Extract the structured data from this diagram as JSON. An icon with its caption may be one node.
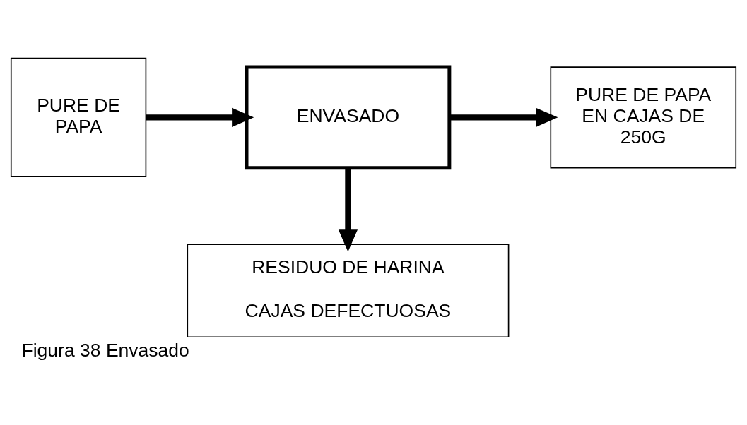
{
  "diagram": {
    "caption": "Figura 38 Envasado",
    "nodes": [
      {
        "text": [
          "PURE DE PAPA"
        ]
      },
      {
        "text": [
          "ENVASADO"
        ]
      },
      {
        "text": [
          "PURE DE PAPA EN CAJAS DE 250G"
        ]
      },
      {
        "text": [
          "RESIDUO DE HARINA",
          "CAJAS DEFECTUOSAS"
        ]
      }
    ],
    "edges": [
      {
        "from": 0,
        "to": 1,
        "arrow": "to"
      },
      {
        "from": 1,
        "to": 2,
        "arrow": "to"
      },
      {
        "from": 1,
        "to": 3,
        "arrow": "to"
      }
    ]
  }
}
